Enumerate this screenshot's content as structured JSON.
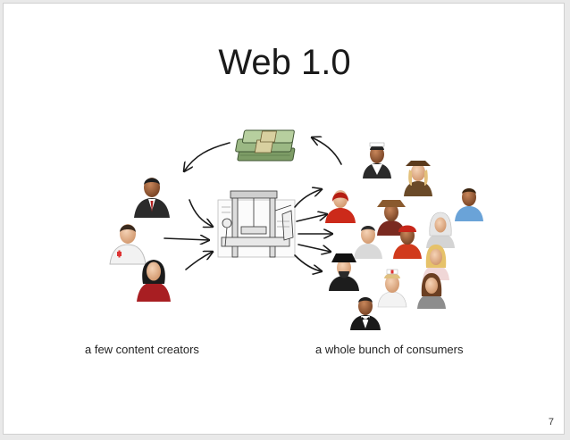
{
  "slide": {
    "title": "Web 1.0",
    "caption_left": "a few content creators",
    "caption_right": "a whole bunch of consumers",
    "page_number": "7"
  },
  "colors": {
    "background": "#ffffff",
    "frame": "#e9e9e9",
    "arrow": "#1a1a1a",
    "money": "#6f8f5a"
  },
  "icons": {
    "money": "money-stack-icon",
    "press": "printing-press-icon",
    "person": "person-avatar-icon"
  }
}
